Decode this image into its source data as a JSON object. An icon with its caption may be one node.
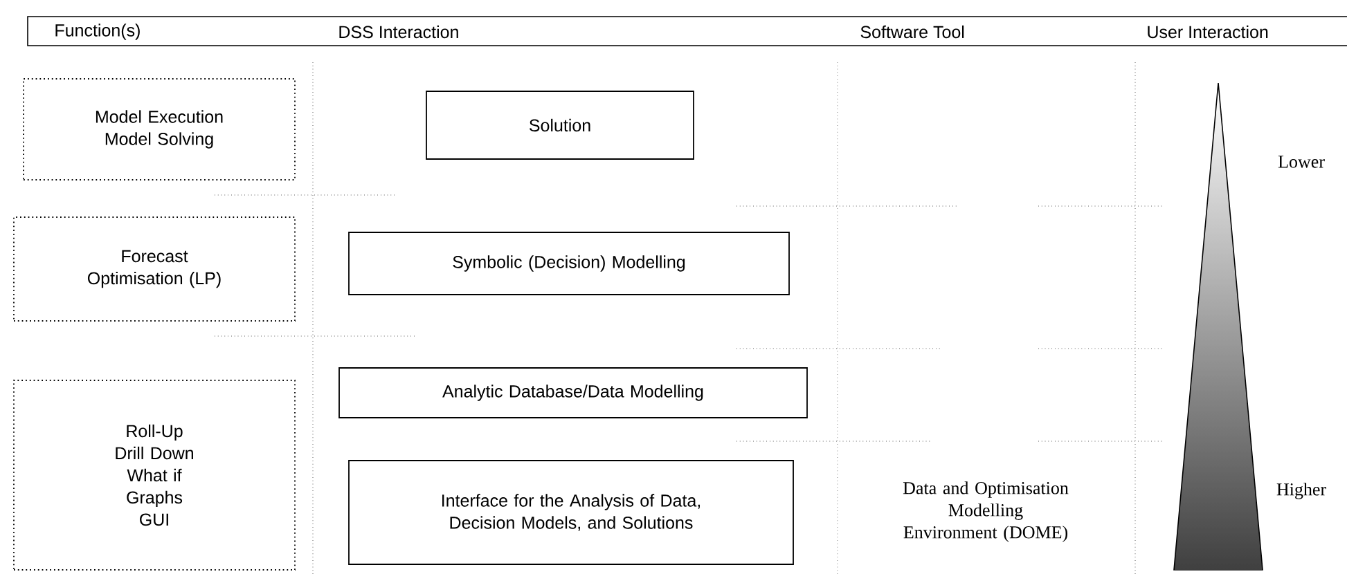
{
  "diagram": {
    "nodes": [
      {
        "text": [
          "Model Execution",
          "Model Solving"
        ]
      },
      {
        "text": [
          "Solution"
        ]
      },
      {
        "text": [
          "Forecast",
          "Optimisation (LP)"
        ]
      },
      {
        "text": [
          "Symbolic (Decision) Modelling"
        ]
      },
      {
        "text": [
          "Roll-Up",
          "Drill Down",
          "What if",
          "Graphs",
          "GUI"
        ]
      },
      {
        "text": [
          "Analytic Database/Data Modelling"
        ]
      },
      {
        "text": [
          "Interface for the Analysis of Data, Decision Models, and Solutions"
        ]
      }
    ],
    "labels": [
      "Function(s)",
      "DSS Interaction",
      "Software Tool",
      "User Interaction",
      "Lower",
      "Data and Optimisation Modelling Environment (DOME)",
      "Higher"
    ]
  }
}
